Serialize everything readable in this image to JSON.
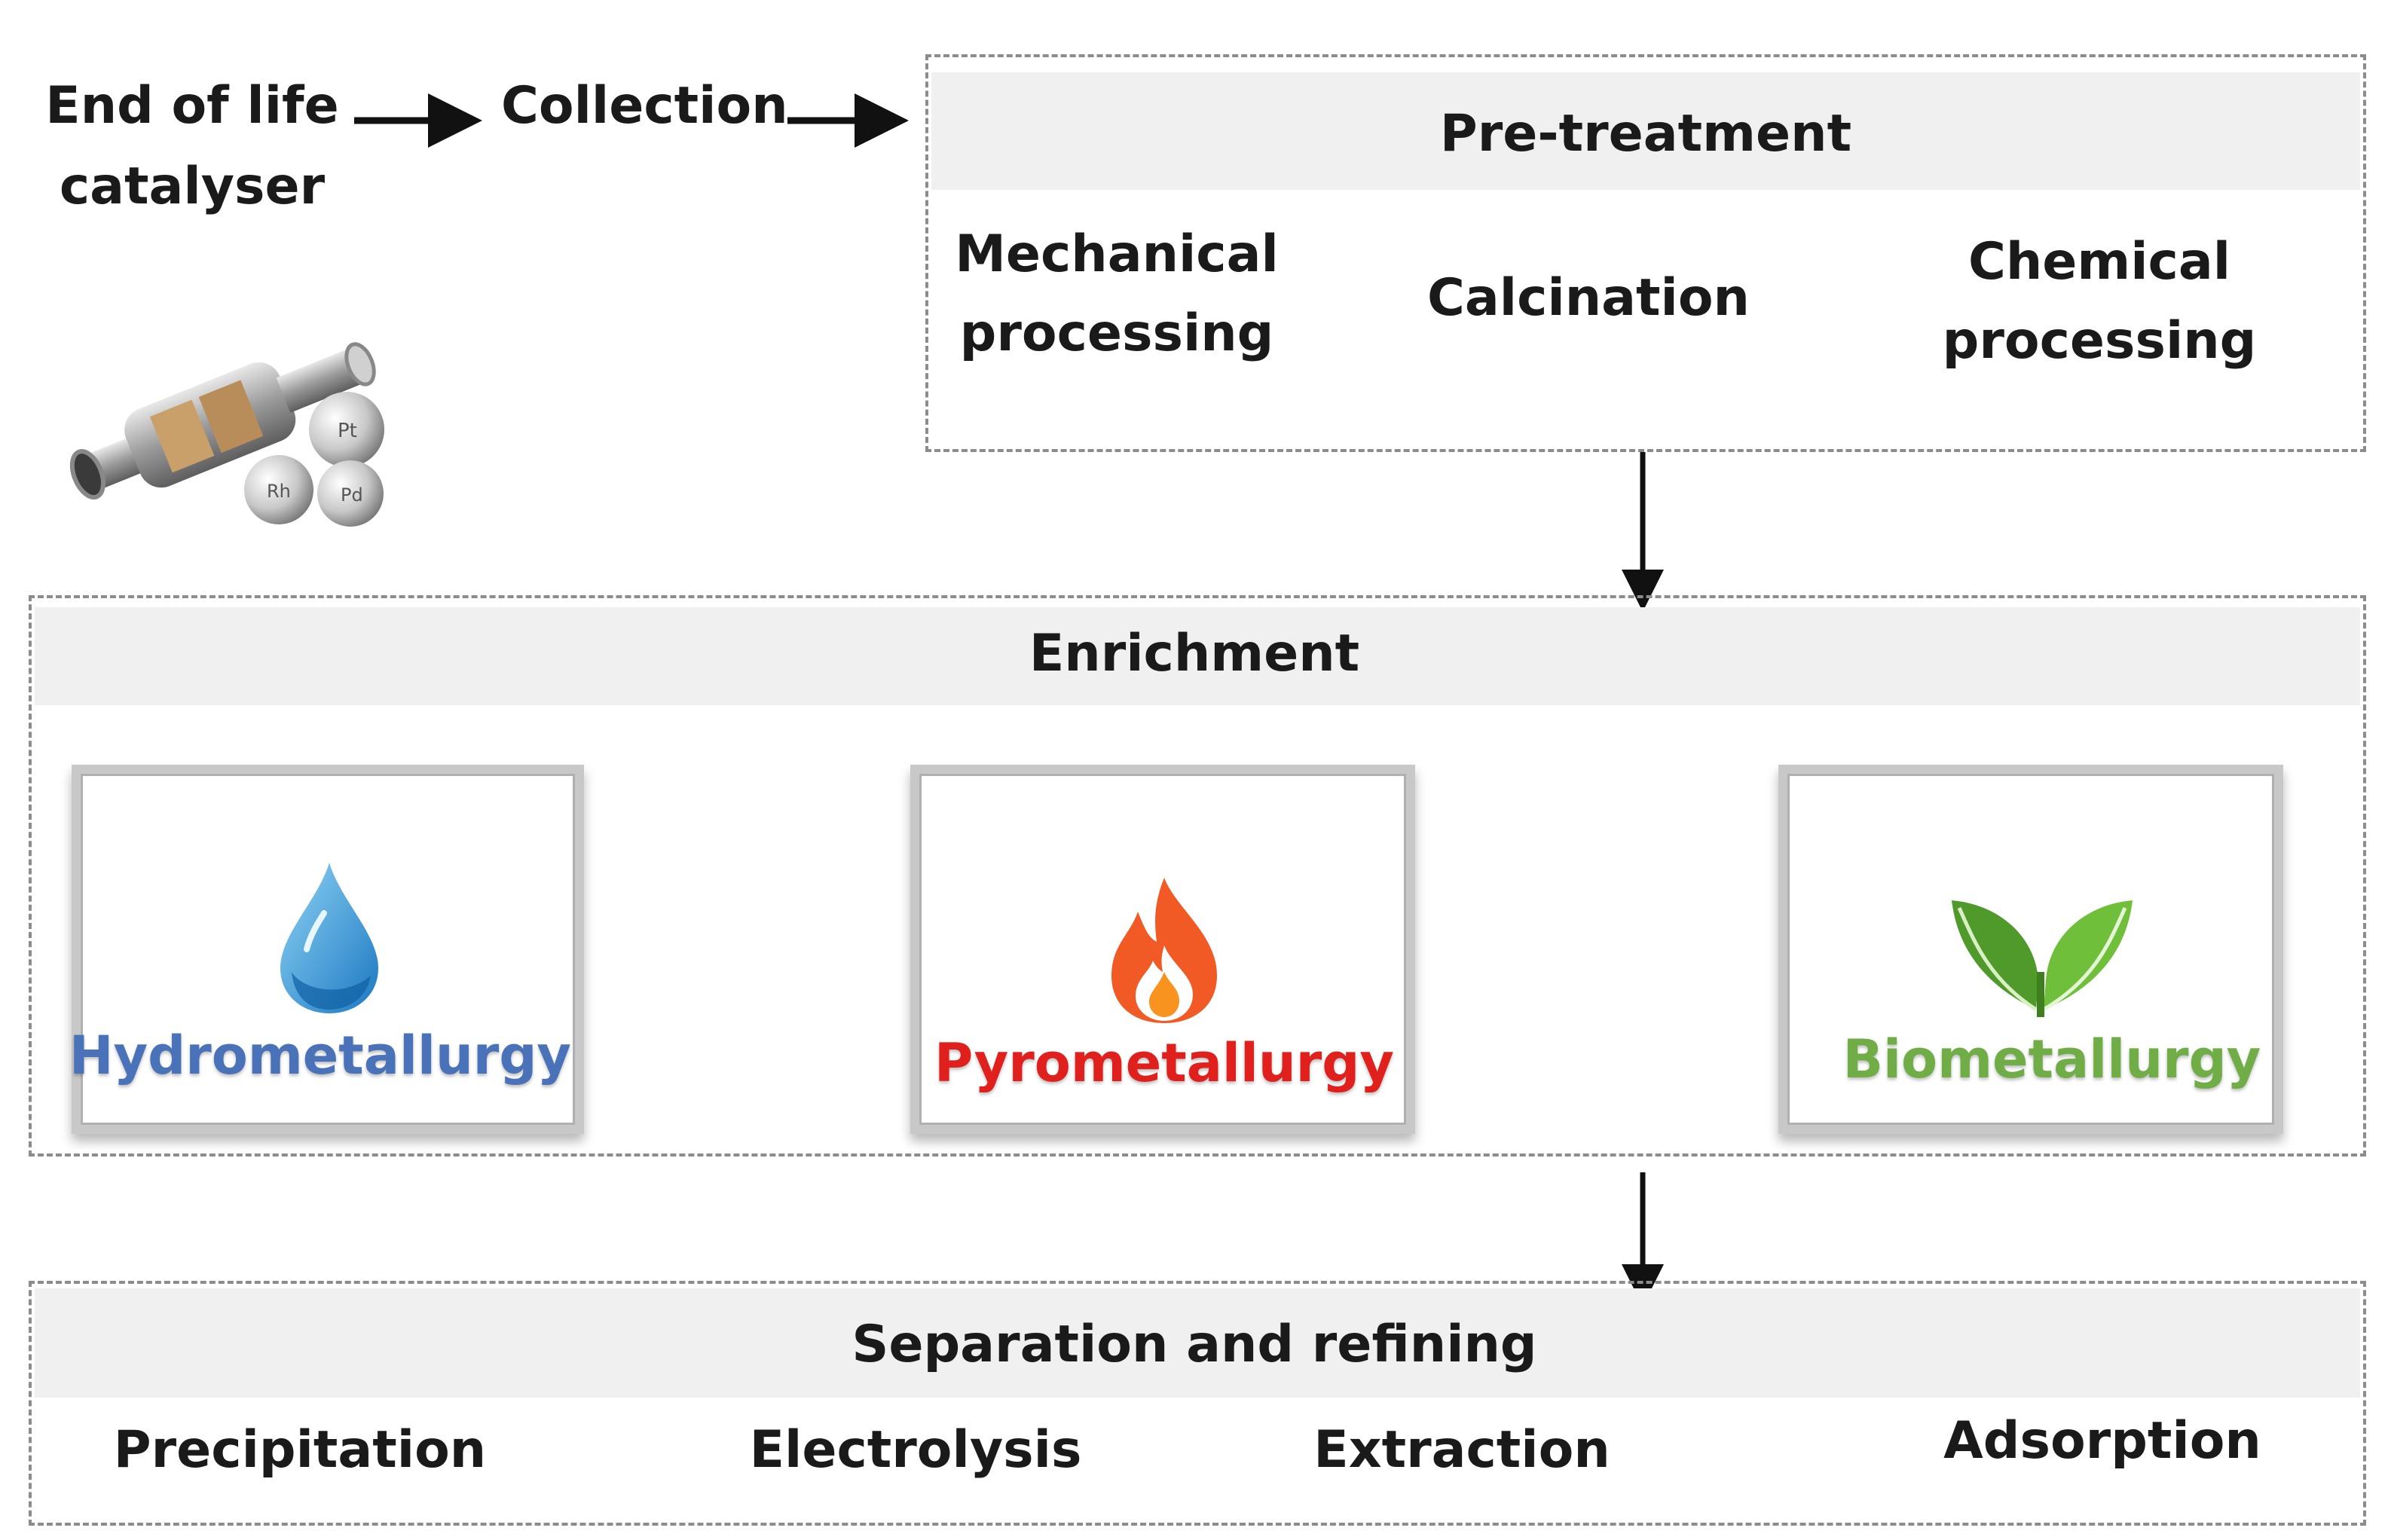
{
  "flow": {
    "source_line1": "End of life",
    "source_line2": "catalyser",
    "collection": "Collection"
  },
  "pretreatment": {
    "title": "Pre-treatment",
    "item1_line1": "Mechanical",
    "item1_line2": "processing",
    "item2": "Calcination",
    "item3_line1": "Chemical",
    "item3_line2": "processing"
  },
  "enrichment": {
    "title": "Enrichment",
    "methods": [
      {
        "label": "Hydrometallurgy",
        "icon": "water-drop-icon",
        "color": "#4a72b8"
      },
      {
        "label": "Pyrometallurgy",
        "icon": "flame-icon",
        "color": "#e0201d"
      },
      {
        "label": "Biometallurgy",
        "icon": "leaf-icon",
        "color": "#70ad47"
      }
    ]
  },
  "separation": {
    "title": "Separation and refining",
    "items": [
      "Precipitation",
      "Electrolysis",
      "Extraction",
      "Adsorption"
    ]
  },
  "catalyser_image": {
    "icon": "catalytic-converter-image",
    "element_symbols": [
      "Pt",
      "Pd",
      "Rh"
    ]
  }
}
